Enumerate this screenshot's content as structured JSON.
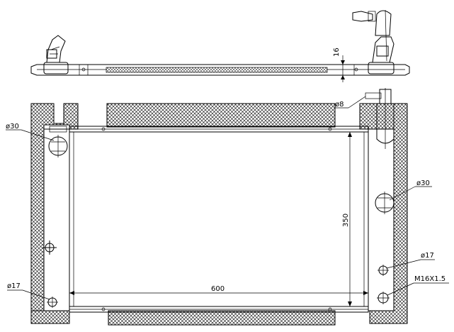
{
  "dimensions": {
    "top_height": "16",
    "width": "600",
    "height": "350"
  },
  "callouts": {
    "d8": "ø8",
    "d30_left": "ø30",
    "d30_right": "ø30",
    "d17_left": "ø17",
    "d17_right": "ø17",
    "thread": "M16X1.5"
  }
}
